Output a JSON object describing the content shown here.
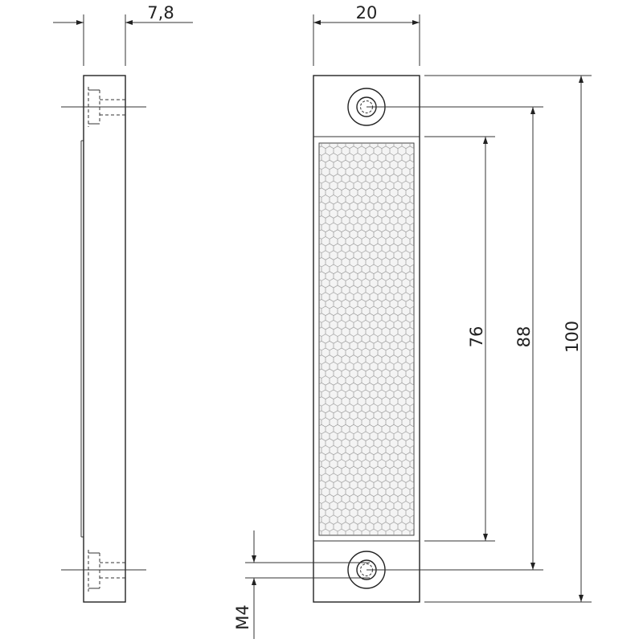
{
  "drawing": {
    "dimensions": {
      "side_thickness": "7,8",
      "front_width": "20",
      "reflector_length": "76",
      "hole_spacing": "88",
      "overall_length": "100",
      "thread": "M4"
    },
    "colors": {
      "line": "#222222",
      "reflector_fill": "#f4f4f4",
      "honeycomb": "#8a8a8a",
      "background": "#ffffff"
    }
  }
}
